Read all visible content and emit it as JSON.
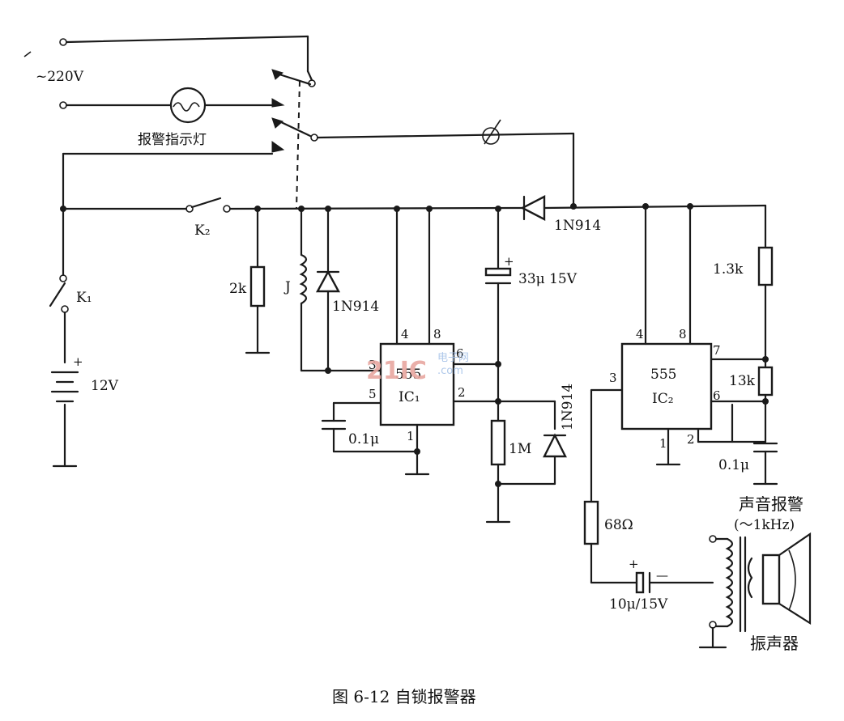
{
  "labels": {
    "mains": "~220V",
    "indicator_lamp": "报警指示灯",
    "k2": "K₂",
    "k1": "K₁",
    "battery": "12V",
    "r_2k": "2k",
    "relay": "J",
    "diode_relay": "1N914",
    "diode_top": "1N914",
    "cap_33u": "33μ 15V",
    "r_1m": "1M",
    "diode_1m": "1N914",
    "ic1_name": "555",
    "ic1_ref": "IC₁",
    "ic2_name": "555",
    "ic2_ref": "IC₂",
    "cap_ic1": "0.1μ",
    "cap_ic2": "0.1μ",
    "r_1_3k": "1.3k",
    "r_13k": "13k",
    "r_68": "68Ω",
    "cap_10u": "10μ/15V",
    "sound_alarm": "声音报警",
    "freq": "(～1kHz)",
    "speaker": "振声器",
    "caption": "图 6-12    自锁报警器"
  },
  "pins": {
    "ic1": {
      "p4": "4",
      "p8": "8",
      "p6": "6",
      "p3": "3",
      "p5": "5",
      "p2": "2",
      "p1": "1"
    },
    "ic2": {
      "p4": "4",
      "p8": "8",
      "p3": "3",
      "p7": "7",
      "p6": "6",
      "p1": "1",
      "p2": "2"
    }
  },
  "watermark": {
    "brand": "21IC",
    "text1": "电子网",
    "text2": ".com"
  },
  "colors": {
    "ink": "#1a1a1a",
    "watermark_red": "#e8a7a0",
    "watermark_blue": "#a7c3e8"
  }
}
